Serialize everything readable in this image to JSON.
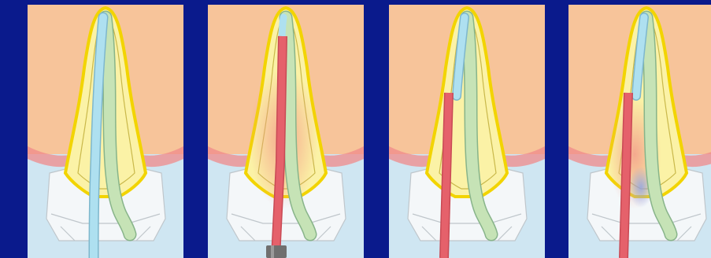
{
  "figure": {
    "panels": [
      {
        "instrument": "none",
        "root_fill": "filled-both-canals"
      },
      {
        "instrument": "post-drill",
        "root_fill": "drill-in-canal-1"
      },
      {
        "instrument": "post",
        "root_fill": "post-in-canal-1"
      },
      {
        "instrument": "post",
        "root_fill": "post-in-canal-1-overheated"
      }
    ],
    "colors": {
      "frame": "#0a1a8c",
      "panel_bg": "#cfe6f2",
      "gum": "#f7c49a",
      "gum_edge": "#f08a8a",
      "tooth_outline": "#f2d400",
      "dentin": "#fbf2a6",
      "crown": "#f4f7f9",
      "gutta_percha_canal_a": "#aee0f0",
      "gutta_percha_canal_b": "#c6e3b6",
      "post": "#e5616b",
      "drill_handle": "#6f6f6f"
    }
  }
}
